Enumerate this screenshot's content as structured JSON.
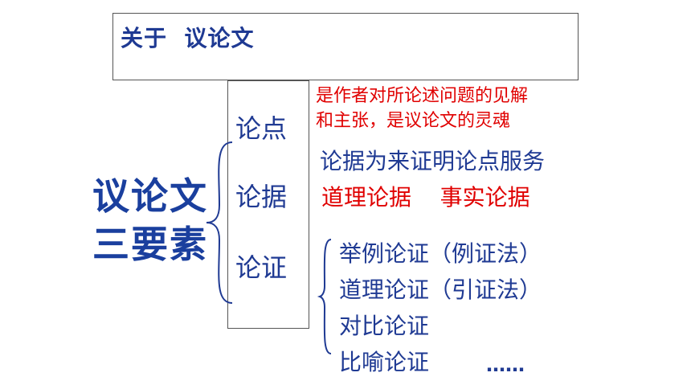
{
  "title": "关于  议论文",
  "big_label": {
    "line1": "议论文",
    "line2": "三要素"
  },
  "elements": [
    "论点",
    "论据",
    "论证"
  ],
  "definition": {
    "line1": "是作者对所论述问题的见解",
    "line2": "和主张，是议论文的灵魂"
  },
  "basis": {
    "text": "论据为来证明论点服务",
    "types": "道理论据    事实论据"
  },
  "methods": [
    "举例论证（例证法）",
    "道理论证（引证法）",
    "对比论证",
    "比喻论证"
  ],
  "ellipsis": "……",
  "colors": {
    "blue": "#1f3a93",
    "red": "#e00000"
  }
}
